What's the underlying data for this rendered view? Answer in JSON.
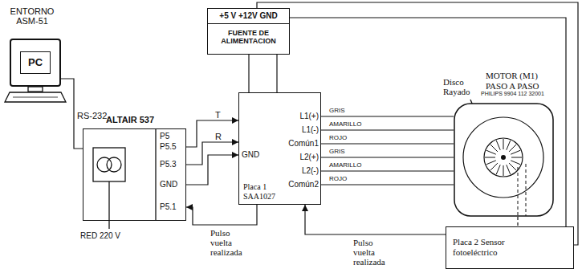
{
  "diagram": {
    "nodes": [
      {
        "text": [
          "PC"
        ]
      },
      {
        "text": [
          "ALTAIR 537"
        ]
      },
      {
        "text": [
          "+5 V +12V GND",
          "FUENTE DE ALIMENTACION"
        ]
      },
      {
        "text": [
          "Placa 1 SAA1027"
        ]
      },
      {
        "text": [
          "MOTOR (M1) PASO A PASO",
          "PHILIPS 9904 112 32001"
        ]
      },
      {
        "text": [
          "Placa 2 Sensor fotoeléctrico"
        ]
      }
    ],
    "edges": [
      {
        "from": 0,
        "to": 1,
        "arrow": "none",
        "label": "RS-232"
      },
      {
        "from": 1,
        "to": 3,
        "arrow": "to",
        "label": "T"
      },
      {
        "from": 1,
        "to": 3,
        "arrow": "to",
        "label": "R"
      },
      {
        "from": 1,
        "to": 3,
        "arrow": "to"
      },
      {
        "from": 3,
        "to": 1,
        "arrow": "to",
        "label": "Pulso vuelta realizada"
      },
      {
        "from": 5,
        "to": 3,
        "arrow": "to",
        "label": "Pulso vuelta realizada"
      },
      {
        "from": 2,
        "to": 3,
        "arrow": "none"
      },
      {
        "from": 2,
        "to": 3,
        "arrow": "none"
      },
      {
        "from": 3,
        "to": 4,
        "arrow": "none",
        "label": "GRIS"
      },
      {
        "from": 3,
        "to": 4,
        "arrow": "none",
        "label": "AMARILLO"
      },
      {
        "from": 3,
        "to": 4,
        "arrow": "none",
        "label": "ROJO"
      },
      {
        "from": 3,
        "to": 4,
        "arrow": "none",
        "label": "GRIS"
      },
      {
        "from": 3,
        "to": 4,
        "arrow": "none",
        "label": "AMARILLO"
      },
      {
        "from": 3,
        "to": 4,
        "arrow": "none",
        "label": "ROJO"
      },
      {
        "from": 2,
        "to": 5,
        "arrow": "none"
      },
      {
        "from": 2,
        "to": 5,
        "arrow": "none"
      },
      {
        "from": 4,
        "to": 5,
        "arrow": "none"
      }
    ],
    "labels": [
      "ENTORNO ASM-51",
      "P5",
      "P5.5",
      "P5.3",
      "GND",
      "P5.1",
      "RED 220 V",
      "L1(+)",
      "L1(-)",
      "Común1",
      "L2(+)",
      "L2(-)",
      "Común2",
      "GND",
      "Disco Rayado"
    ]
  }
}
